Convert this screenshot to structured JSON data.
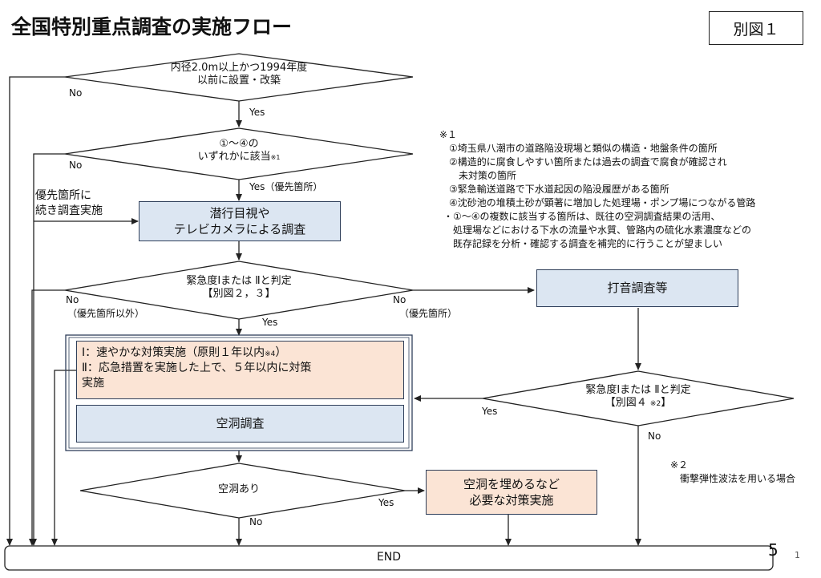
{
  "title": "全国特別重点調査の実施フロー",
  "figure_label": "別図１",
  "decisions": {
    "d1": {
      "lines": [
        "内径2.0m以上かつ1994年度",
        "以前に設置・改築"
      ]
    },
    "d2": {
      "lines": [
        "①〜④の",
        "いずれかに該当"
      ],
      "note_mark": "※1"
    },
    "d3": {
      "lines": [
        "緊急度Ⅰまたは Ⅱと判定",
        "【別図２，３】"
      ]
    },
    "d4": {
      "lines": [
        "緊急度Ⅰまたは Ⅱと判定",
        "【別図４"
      ],
      "note_mark": "※2",
      "suffix": "】"
    },
    "d5": {
      "lines": [
        "空洞あり"
      ]
    }
  },
  "boxes": {
    "sennyu": [
      "潜行目視や",
      "テレビカメラによる調査"
    ],
    "daon": "打音調査等",
    "taisaku": {
      "line1": "Ⅰ：速やかな対策実施（原則１年以内",
      "line1_mark": "※4",
      "line1_end": "）",
      "line2": "Ⅱ：応急措置を実施した上で、５年以内に対策",
      "line3": "実施"
    },
    "kudou_chousa": "空洞調査",
    "kudou_taisaku": [
      "空洞を埋めるなど",
      "必要な対策実施"
    ],
    "end": "END"
  },
  "edge_labels": {
    "d1_no": "No",
    "d1_yes": "Yes",
    "d2_no": "No",
    "d2_yes": "Yes（優先箇所）",
    "priority_note": [
      "優先箇所に",
      "続き調査実施"
    ],
    "d3_no_left": "No",
    "d3_no_left_sub": "（優先箇所以外）",
    "d3_no_right": "No",
    "d3_no_right_sub": "（優先箇所）",
    "d3_yes": "Yes",
    "d4_yes": "Yes",
    "d4_no": "No",
    "d5_yes": "Yes",
    "d5_no": "No"
  },
  "notes1": {
    "header": "※１",
    "items": [
      "①埼玉県八潮市の道路陥没現場と類似の構造・地盤条件の箇所",
      "②構造的に腐食しやすい箇所または過去の調査で腐食が確認され",
      "　未対策の箇所",
      "③緊急輸送道路で下水道起因の陥没履歴がある箇所",
      "④沈砂池の堆積土砂が顕著に増加した処理場・ポンプ場につながる管路",
      "・①〜④の複数に該当する箇所は、既往の空洞調査結果の活用、",
      "　処理場などにおける下水の流量や水質、管路内の硫化水素濃度などの",
      "　既存記録を分析・確認する調査を補完的に行うことが望ましい"
    ]
  },
  "notes2": {
    "header": "※２",
    "text": "衝撃弾性波法を用いる場合"
  },
  "page_number": "1",
  "slide_number": "5",
  "colors": {
    "box_blue": "#dce6f2",
    "box_peach": "#fbe4d5",
    "line": "#222222"
  }
}
